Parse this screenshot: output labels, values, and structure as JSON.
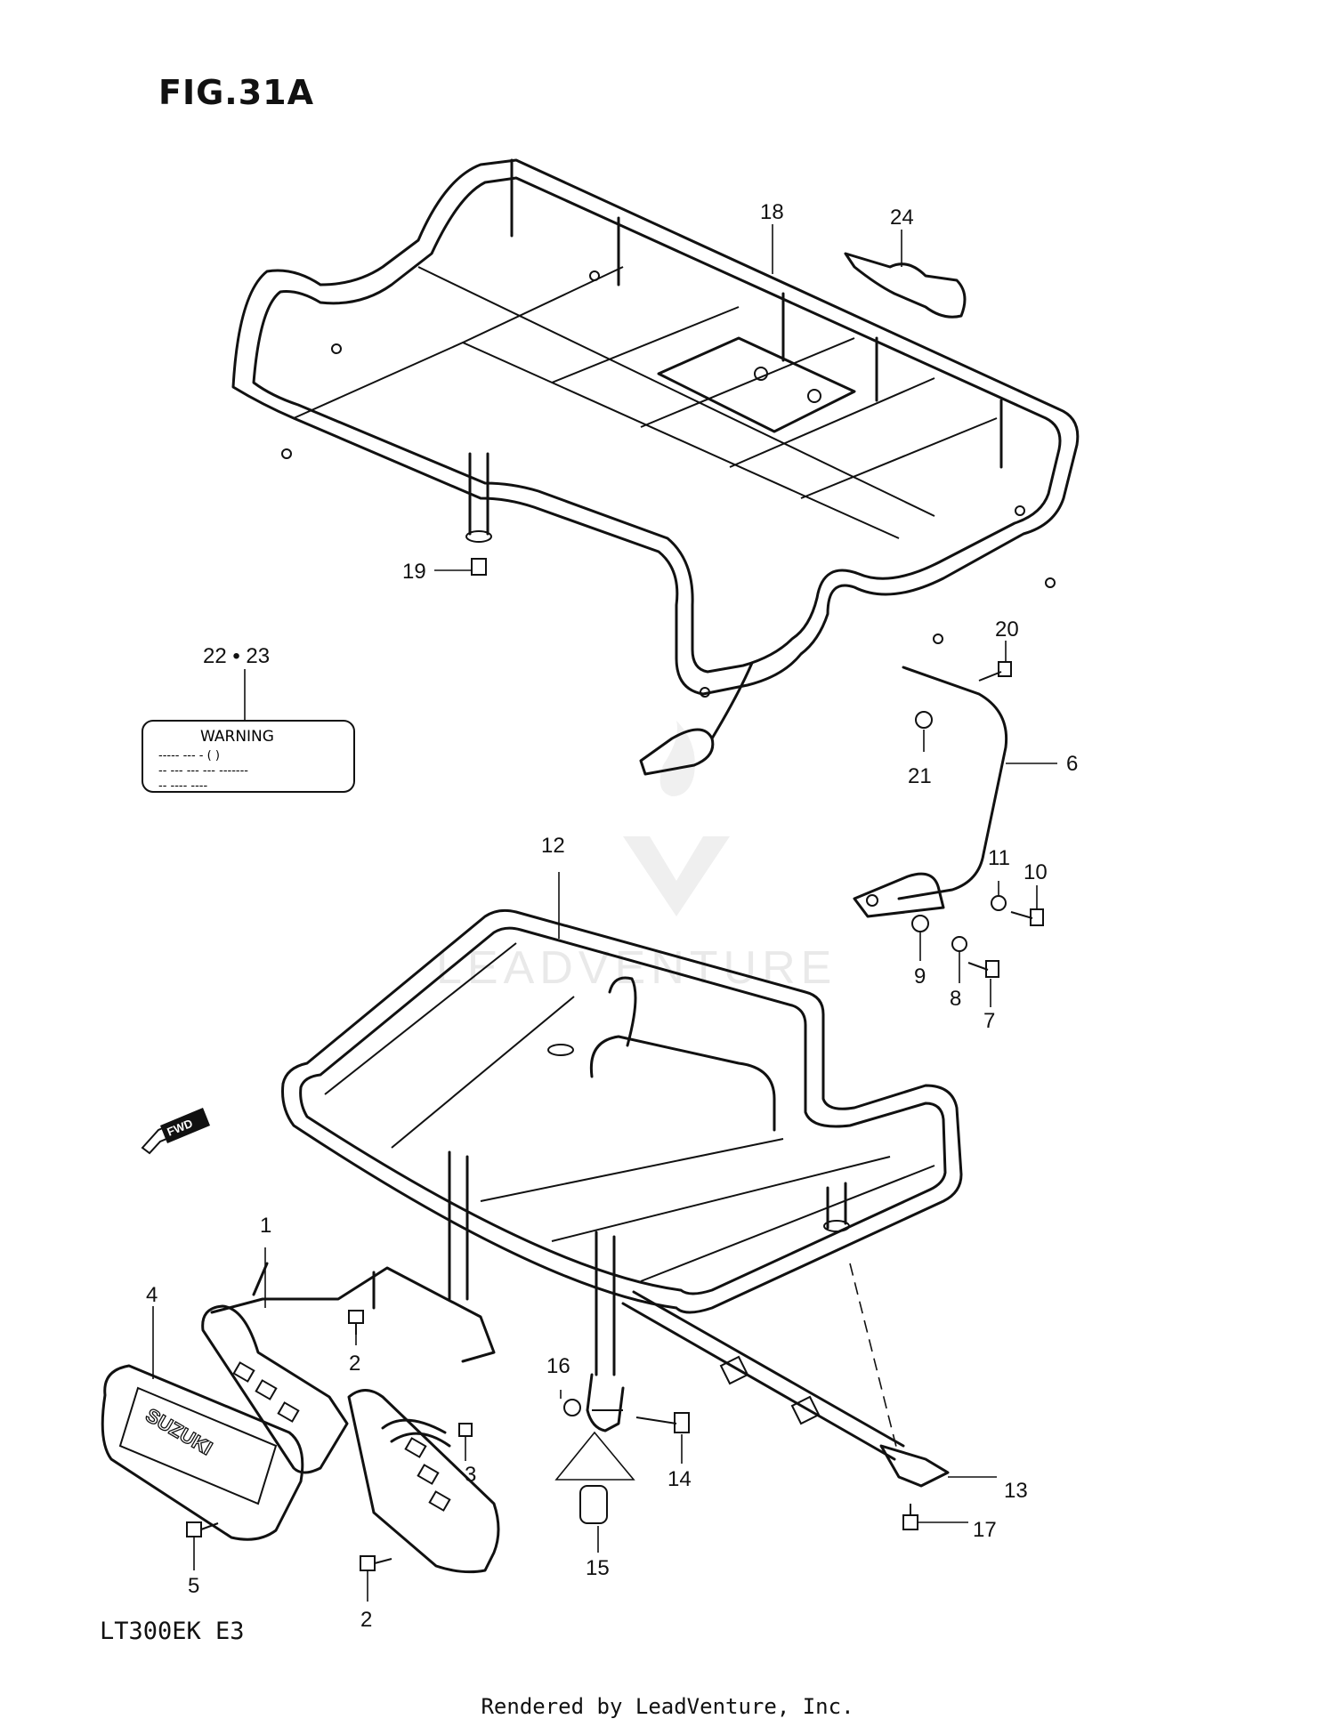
{
  "figure": {
    "title": "FIG.31A",
    "model_code": "LT300EK  E3",
    "credit": "Rendered by LeadVenture, Inc.",
    "watermark": "LEADVENTURE"
  },
  "warning_label": {
    "title": "WARNING",
    "line1": "----- ---  - (    )",
    "line2": "-- --- --- --- -------",
    "line3": "-- ---- ----"
  },
  "fwd_arrow": "FWD",
  "brand_plate": "SUZUKI",
  "callouts": {
    "c1": "1",
    "c2a": "2",
    "c2b": "2",
    "c3": "3",
    "c4": "4",
    "c5": "5",
    "c6": "6",
    "c7": "7",
    "c8": "8",
    "c9": "9",
    "c10": "10",
    "c11": "11",
    "c12": "12",
    "c13": "13",
    "c14": "14",
    "c15": "15",
    "c16": "16",
    "c17": "17",
    "c18": "18",
    "c19": "19",
    "c20": "20",
    "c21": "21",
    "c22_23": "22 • 23",
    "c24": "24"
  }
}
